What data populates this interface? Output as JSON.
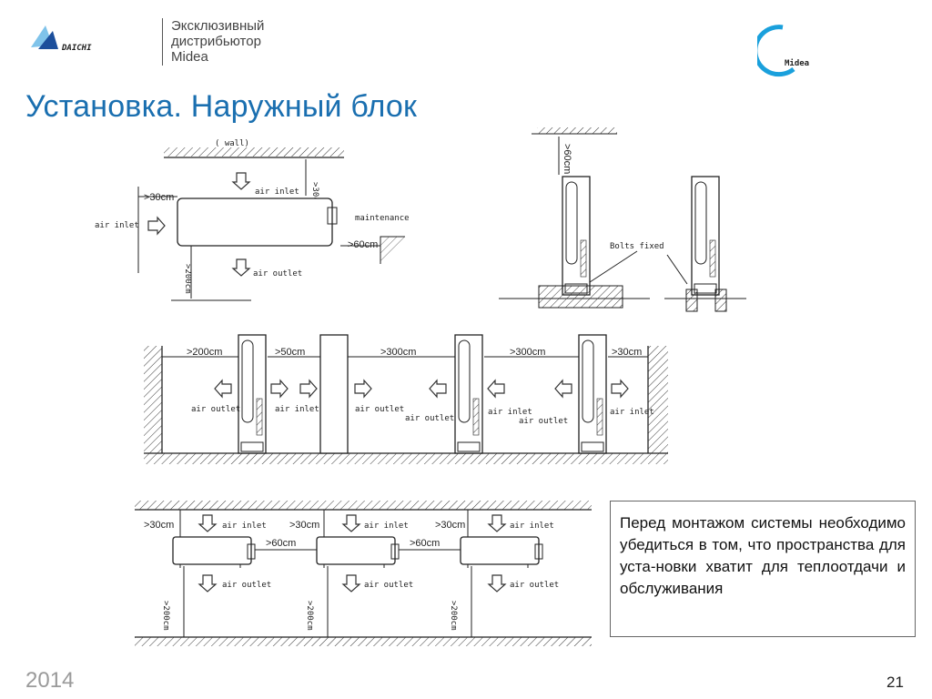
{
  "header": {
    "brand_left": "DAICHI",
    "tagline": "Эксклюзивный\nдистрибьютор\nMidea",
    "brand_right": "Midea",
    "colors": {
      "daichi_blue": "#1c4f9c",
      "midea_blue": "#1aa0dc",
      "title_blue": "#1a6fb0"
    }
  },
  "title": "Установка. Наружный блок",
  "diagram_top_left": {
    "wall": "( wall)",
    "d30_top": ">30cm",
    "d30_left": ">30cm",
    "air_inlet_top": "air inlet",
    "air_inlet_left": "air inlet",
    "maintenance": "maintenance",
    "d60": ">60cm",
    "d200": ">200cm",
    "air_outlet": "air outlet"
  },
  "diagram_top_right": {
    "d60": ">60cm",
    "bolts": "Bolts fixed"
  },
  "diagram_middle": {
    "dims": [
      ">200cm",
      ">50cm",
      ">300cm",
      ">300cm",
      ">30cm"
    ],
    "labels": [
      "air outlet",
      "air inlet",
      "air outlet",
      "air outlet",
      "air inlet",
      "air outlet",
      "air inlet"
    ]
  },
  "diagram_bottom": {
    "d30": ">30cm",
    "d60": ">60cm",
    "d200": ">200cm",
    "air_inlet": "air inlet",
    "air_outlet": "air outlet"
  },
  "note": "Перед монтажом системы необходимо убедиться в том, что пространства для уста-новки хватит для теплоотдачи и обслуживания",
  "footer": {
    "year": "2014",
    "page": "21"
  }
}
